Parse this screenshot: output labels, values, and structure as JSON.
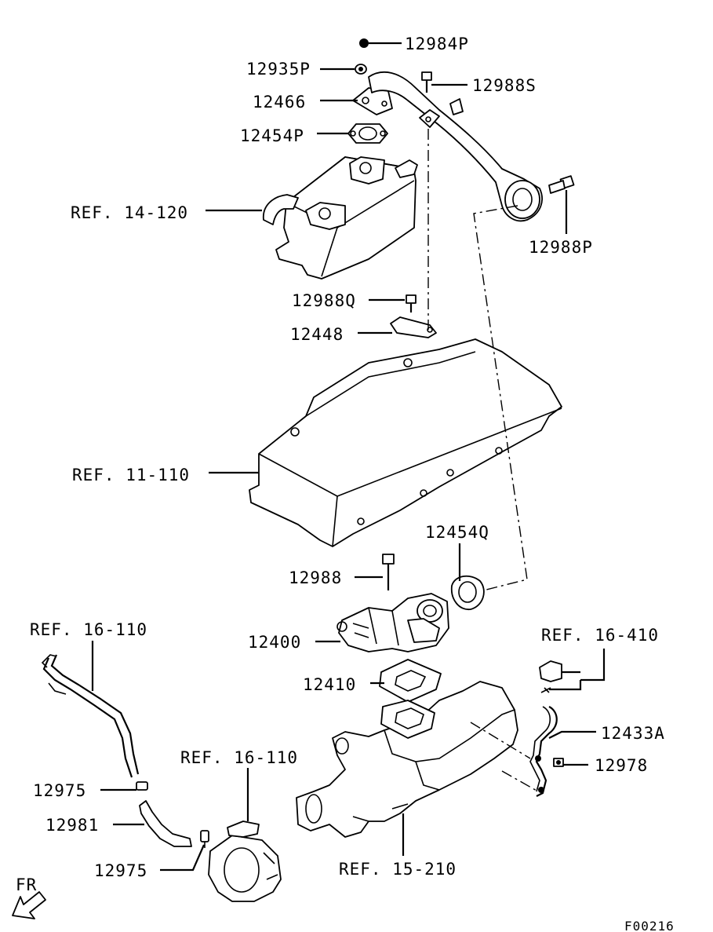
{
  "diagram_code": "F00216",
  "direction_label": "FR",
  "labels": {
    "p12984P": "12984P",
    "p12935P": "12935P",
    "p12988S": "12988S",
    "p12466": "12466",
    "p12454P": "12454P",
    "ref14_120": "REF. 14-120",
    "p12988P": "12988P",
    "p12988Q": "12988Q",
    "p12448": "12448",
    "ref11_110": "REF. 11-110",
    "p12454Q": "12454Q",
    "p12988": "12988",
    "ref16_110_a": "REF. 16-110",
    "p12400": "12400",
    "ref16_410": "REF. 16-410",
    "p12410": "12410",
    "p12433A": "12433A",
    "p12978": "12978",
    "p12975_a": "12975",
    "ref16_110_b": "REF. 16-110",
    "p12981": "12981",
    "p12975_b": "12975",
    "ref15_210": "REF. 15-210"
  }
}
